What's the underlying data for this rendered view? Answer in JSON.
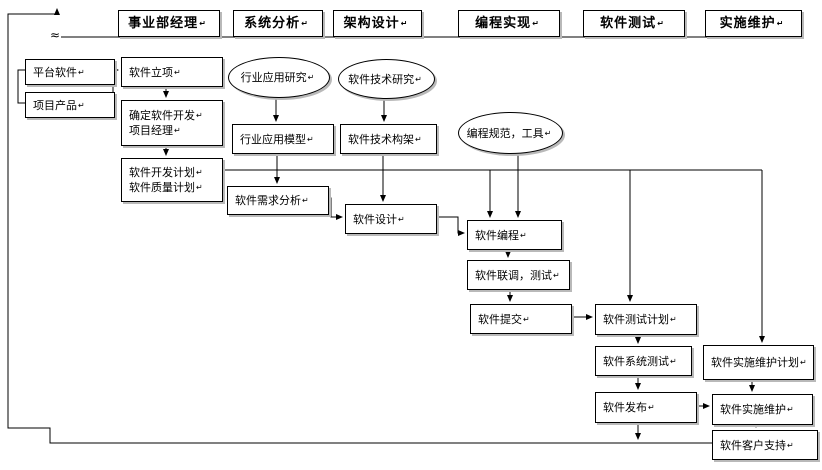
{
  "lanes": [
    {
      "label": "事业部经理"
    },
    {
      "label": "系统分析"
    },
    {
      "label": "架构设计"
    },
    {
      "label": "编程实现"
    },
    {
      "label": "软件测试"
    },
    {
      "label": "实施维护"
    }
  ],
  "nodes": {
    "platform": {
      "label": "平台软件"
    },
    "product": {
      "label": "项目产品"
    },
    "initiation": {
      "label": "软件立项"
    },
    "assign_pm": {
      "line1": "确定软件开发",
      "line2": "项目经理"
    },
    "plans": {
      "line1": "软件开发计划",
      "line2": "软件质量计划"
    },
    "industry_research": {
      "label": "行业应用研究"
    },
    "industry_model": {
      "label": "行业应用模型"
    },
    "requirements": {
      "label": "软件需求分析"
    },
    "tech_research": {
      "label": "软件技术研究"
    },
    "tech_architecture": {
      "label": "软件技术构架"
    },
    "design": {
      "label": "软件设计"
    },
    "coding_standards": {
      "label": "编程规范，工具"
    },
    "coding": {
      "label": "软件编程"
    },
    "integration_test": {
      "label": "软件联调，测试"
    },
    "submission": {
      "label": "软件提交"
    },
    "test_plan": {
      "label": "软件测试计划"
    },
    "system_test": {
      "label": "软件系统测试"
    },
    "release": {
      "label": "软件发布"
    },
    "maintenance_plan": {
      "label": "软件实施维护计划"
    },
    "maintenance_impl": {
      "label": "软件实施维护"
    },
    "customer_support": {
      "label": "软件客户支持"
    }
  },
  "decorations": {
    "section_break": "≈"
  }
}
